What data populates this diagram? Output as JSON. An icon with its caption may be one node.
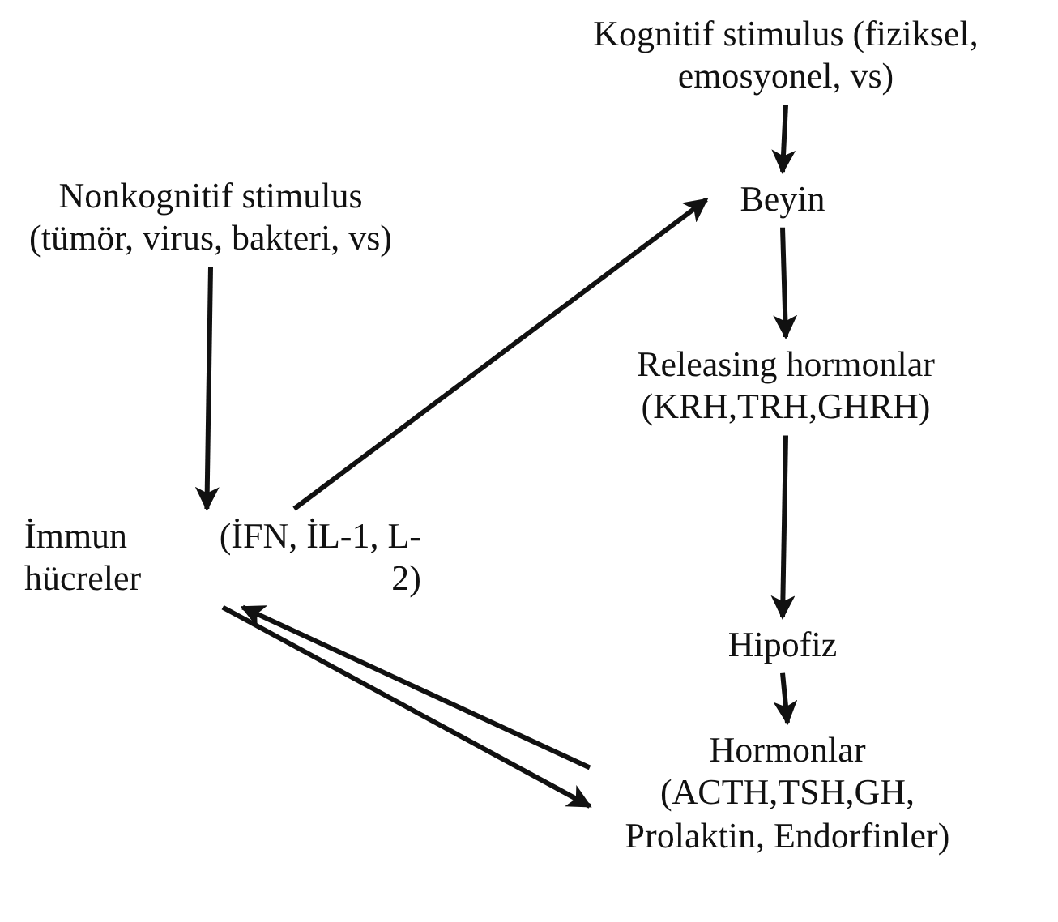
{
  "diagram": {
    "nodes": [
      {
        "text": [
          "Kognitif stimulus (fiziksel, emosyonel, vs)"
        ]
      },
      {
        "text": [
          "Beyin"
        ]
      },
      {
        "text": [
          "Nonkognitif stimulus (tümör, virus, bakteri, vs)"
        ]
      },
      {
        "text": [
          "Releasing hormonlar (KRH,TRH,GHRH)"
        ]
      },
      {
        "text": [
          "İmmun hücreler",
          "(İFN, İL-1, L-2)"
        ]
      },
      {
        "text": [
          "Hipofiz"
        ]
      },
      {
        "text": [
          "Hormonlar (ACTH,TSH,GH, Prolaktin, Endorfinler)"
        ]
      }
    ],
    "edges": [
      {
        "from": 0,
        "to": 1,
        "arrow": "to"
      },
      {
        "from": 1,
        "to": 3,
        "arrow": "to"
      },
      {
        "from": 3,
        "to": 5,
        "arrow": "to"
      },
      {
        "from": 5,
        "to": 6,
        "arrow": "to"
      },
      {
        "from": 2,
        "to": 4,
        "arrow": "to"
      },
      {
        "from": 4,
        "to": 1,
        "arrow": "to"
      },
      {
        "from": 6,
        "to": 4,
        "arrow": "to"
      },
      {
        "from": 4,
        "to": 6,
        "arrow": "to"
      }
    ]
  }
}
